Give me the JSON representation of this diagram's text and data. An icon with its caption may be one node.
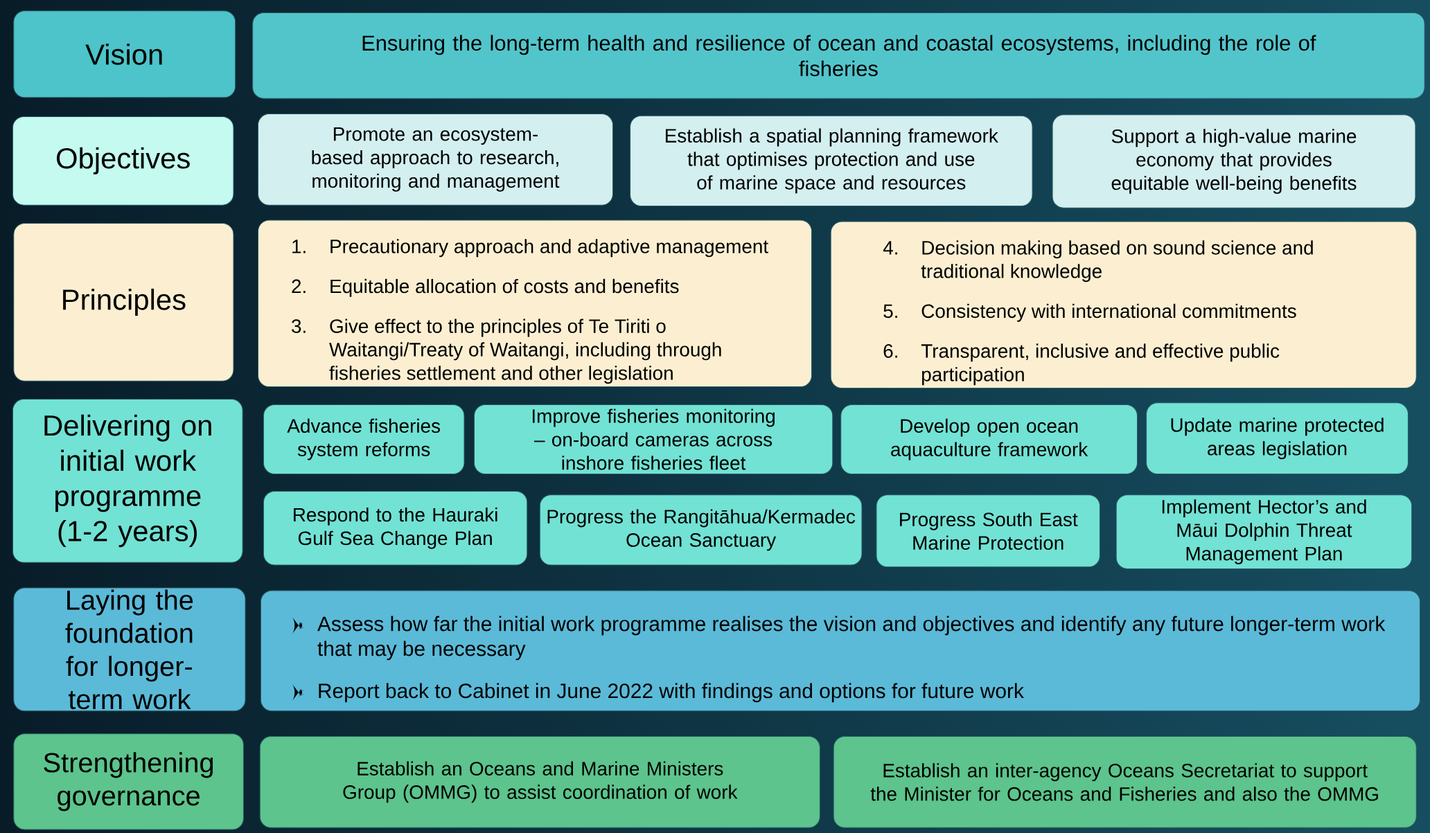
{
  "diagram": {
    "nodes": [
      {
        "text": [
          "Vision"
        ]
      },
      {
        "text": [
          "Ensuring the long-term health and resilience of ocean and coastal ecosystems, including the role of fisheries"
        ]
      },
      {
        "text": [
          "Objectives"
        ]
      },
      {
        "text": [
          "Promote an ecosystem-based approach to research, monitoring and management"
        ]
      },
      {
        "text": [
          "Establish a spatial planning framework that optimises protection and use of marine space and resources"
        ]
      },
      {
        "text": [
          "Support a high-value marine economy that provides equitable well-being benefits"
        ]
      },
      {
        "text": [
          "Principles"
        ]
      },
      {
        "text": [
          "1.",
          "Precautionary approach and adaptive management",
          "2.",
          "Equitable allocation of costs and benefits",
          "3.",
          "Give effect to the principles of Te Tiriti o Waitangi/Treaty of Waitangi, including through fisheries settlement and other legislation"
        ]
      },
      {
        "text": [
          "4.",
          "Decision making based on sound science and traditional knowledge",
          "5.",
          "Consistency with international commitments",
          "6.",
          "Transparent, inclusive and effective public participation"
        ]
      },
      {
        "text": [
          "Delivering on initial work programme (1-2 years)"
        ]
      },
      {
        "text": [
          "Advance fisheries system reforms"
        ]
      },
      {
        "text": [
          "Improve fisheries monitoring – on-board cameras across inshore fisheries fleet"
        ]
      },
      {
        "text": [
          "Develop open ocean aquaculture framework"
        ]
      },
      {
        "text": [
          "Update marine protected areas legislation"
        ]
      },
      {
        "text": [
          "Respond to the Hauraki Gulf Sea Change Plan"
        ]
      },
      {
        "text": [
          "Progress the Rangitāhua/Kermadec Ocean Sanctuary"
        ]
      },
      {
        "text": [
          "Progress South East Marine Protection"
        ]
      },
      {
        "text": [
          "Implement Hector’s and Māui Dolphin Threat Management Plan"
        ]
      },
      {
        "text": [
          "Laying the foundation for longer-term work"
        ]
      },
      {
        "text": [
          "Assess how far the initial work programme realises the vision and objectives and identify any future longer-term work that may be necessary",
          "Report back to Cabinet in June 2022 with findings and options for future work"
        ]
      },
      {
        "text": [
          "Strengthening governance"
        ]
      },
      {
        "text": [
          "Establish an Oceans and Marine Ministers Group (OMMG) to assist coordination of work"
        ]
      },
      {
        "text": [
          "Establish an inter-agency Oceans Secretariat to support the Minister for Oceans and Fisheries and also the OMMG"
        ]
      }
    ]
  }
}
